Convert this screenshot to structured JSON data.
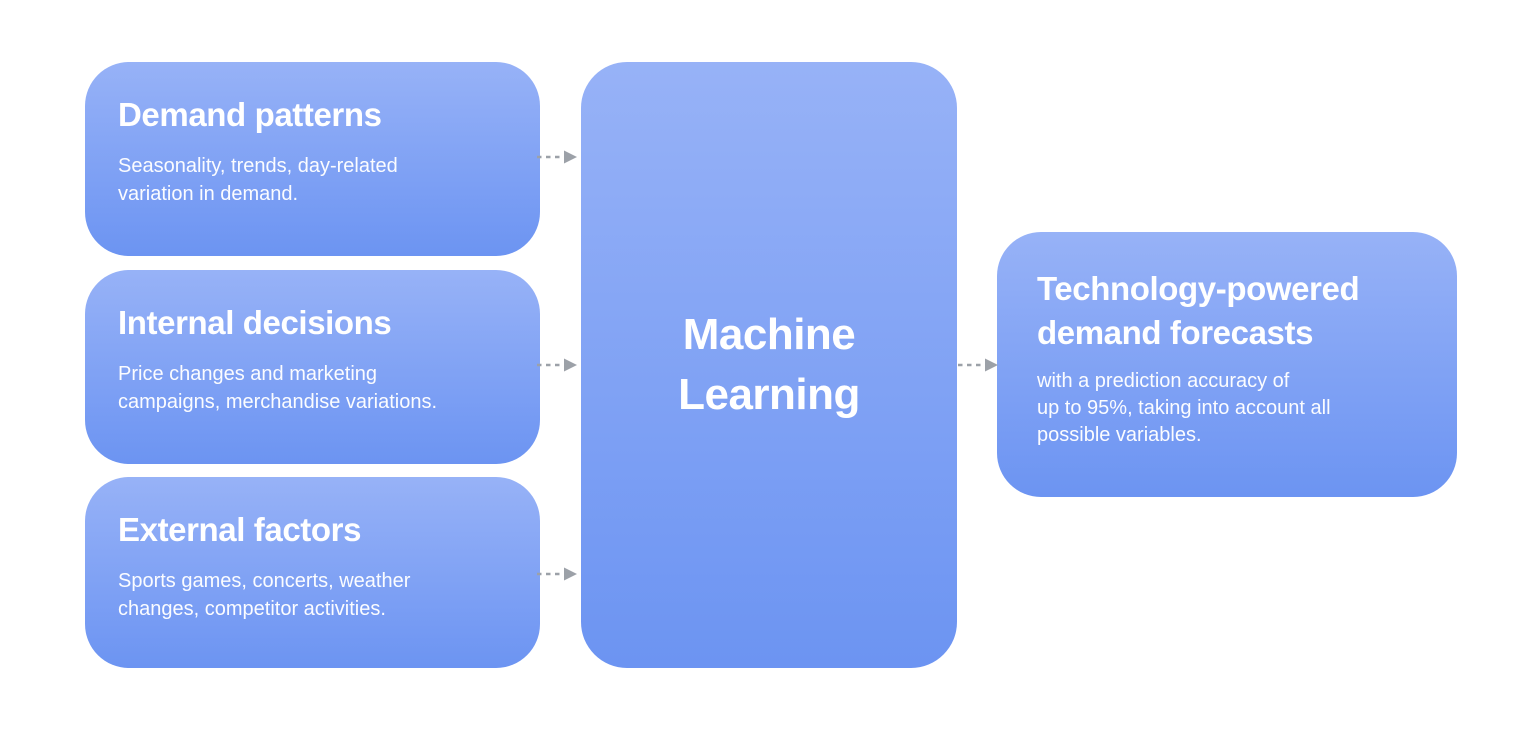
{
  "colors": {
    "background": "#FFFFFF",
    "card_gradient_top": "#97B2F7",
    "card_gradient_bottom": "#6C94F2",
    "arrow": "#9CA1A8",
    "text": "#FFFFFF"
  },
  "diagram": {
    "inputs": [
      {
        "title": "Demand patterns",
        "description": "Seasonality, trends, day-related\nvariation in demand."
      },
      {
        "title": "Internal decisions",
        "description": "Price changes and marketing\ncampaigns, merchandise variations."
      },
      {
        "title": "External factors",
        "description": "Sports games, concerts, weather\nchanges, competitor activities."
      }
    ],
    "process": {
      "title": "Machine\nLearning"
    },
    "output": {
      "title": "Technology-powered\ndemand forecasts",
      "description": "with a prediction accuracy of\nup to 95%, taking into account all\npossible variables."
    }
  }
}
